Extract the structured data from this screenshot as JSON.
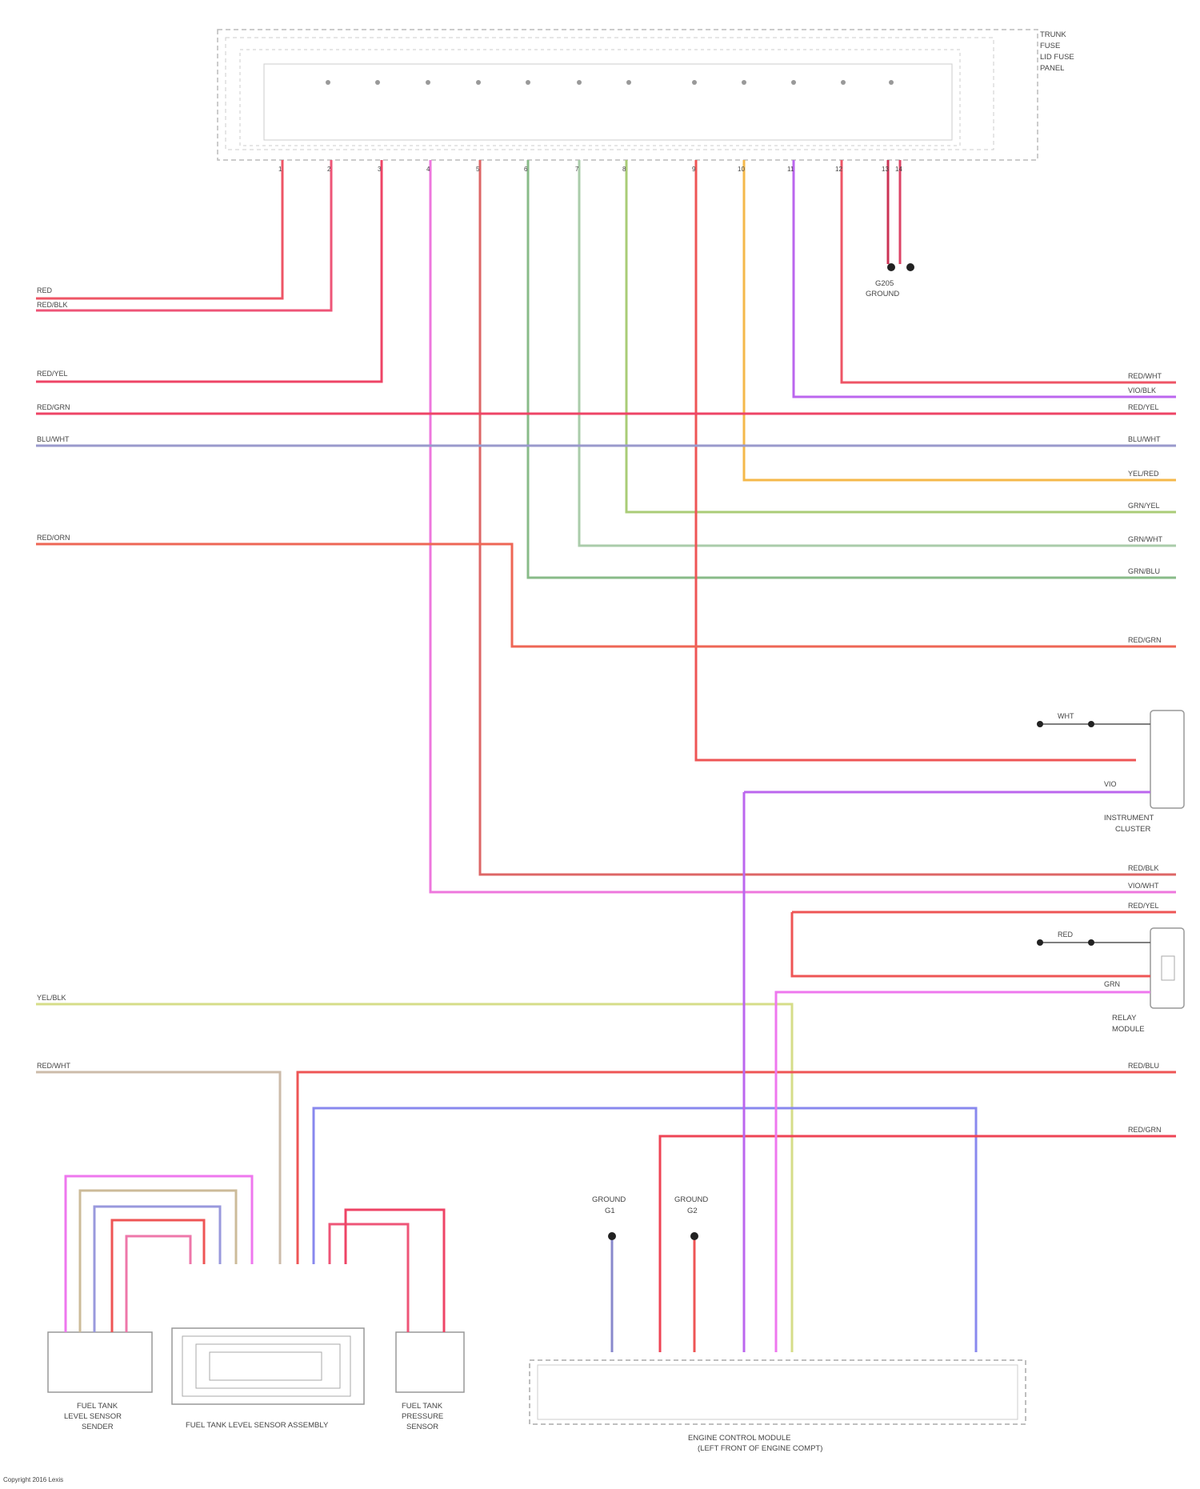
{
  "footer": "Copyright 2016 Lexis",
  "components": {
    "top_unit": [
      "TRUNK",
      "FUSE",
      "LID FUSE",
      "PANEL"
    ],
    "ground_top": [
      "G205",
      "GROUND"
    ],
    "instr_cluster": [
      "INSTRUMENT",
      "CLUSTER"
    ],
    "relay": [
      "RELAY",
      "MODULE"
    ],
    "fuel_sensor_left": [
      "FUEL TANK",
      "LEVEL SENSOR",
      "SENDER"
    ],
    "fuel_pump_assembly": "FUEL TANK LEVEL SENSOR ASSEMBLY",
    "fuel_sensor_right": [
      "FUEL TANK",
      "PRESSURE",
      "SENSOR"
    ],
    "ground_1": [
      "GROUND",
      "G1"
    ],
    "ground_2": [
      "GROUND",
      "G2"
    ],
    "bottom_unit": [
      "ENGINE CONTROL MODULE",
      "(LEFT FRONT OF ENGINE COMPT)"
    ]
  },
  "wire_labels": {
    "left": [
      "RED",
      "RED/BLK",
      "RED/YEL",
      "RED/GRN",
      "BLU/WHT",
      "RED/ORN",
      "YEL/BLK",
      "RED/WHT"
    ],
    "right": [
      "RED/WHT",
      "VIO/BLK",
      "RED/YEL",
      "BLU/WHT",
      "YEL/RED",
      "GRN/YEL",
      "GRN/WHT",
      "GRN/BLU",
      "RED/GRN",
      "RED/BLK",
      "VIO/WHT",
      "RED/YEL",
      "RED/BLU",
      "RED/GRN"
    ],
    "misc": [
      "WHT",
      "RED",
      "VIO",
      "GRN"
    ]
  },
  "pin_numbers": [
    "1",
    "2",
    "3",
    "4",
    "5",
    "6",
    "7",
    "8",
    "9",
    "10",
    "11",
    "12",
    "13",
    "14"
  ]
}
